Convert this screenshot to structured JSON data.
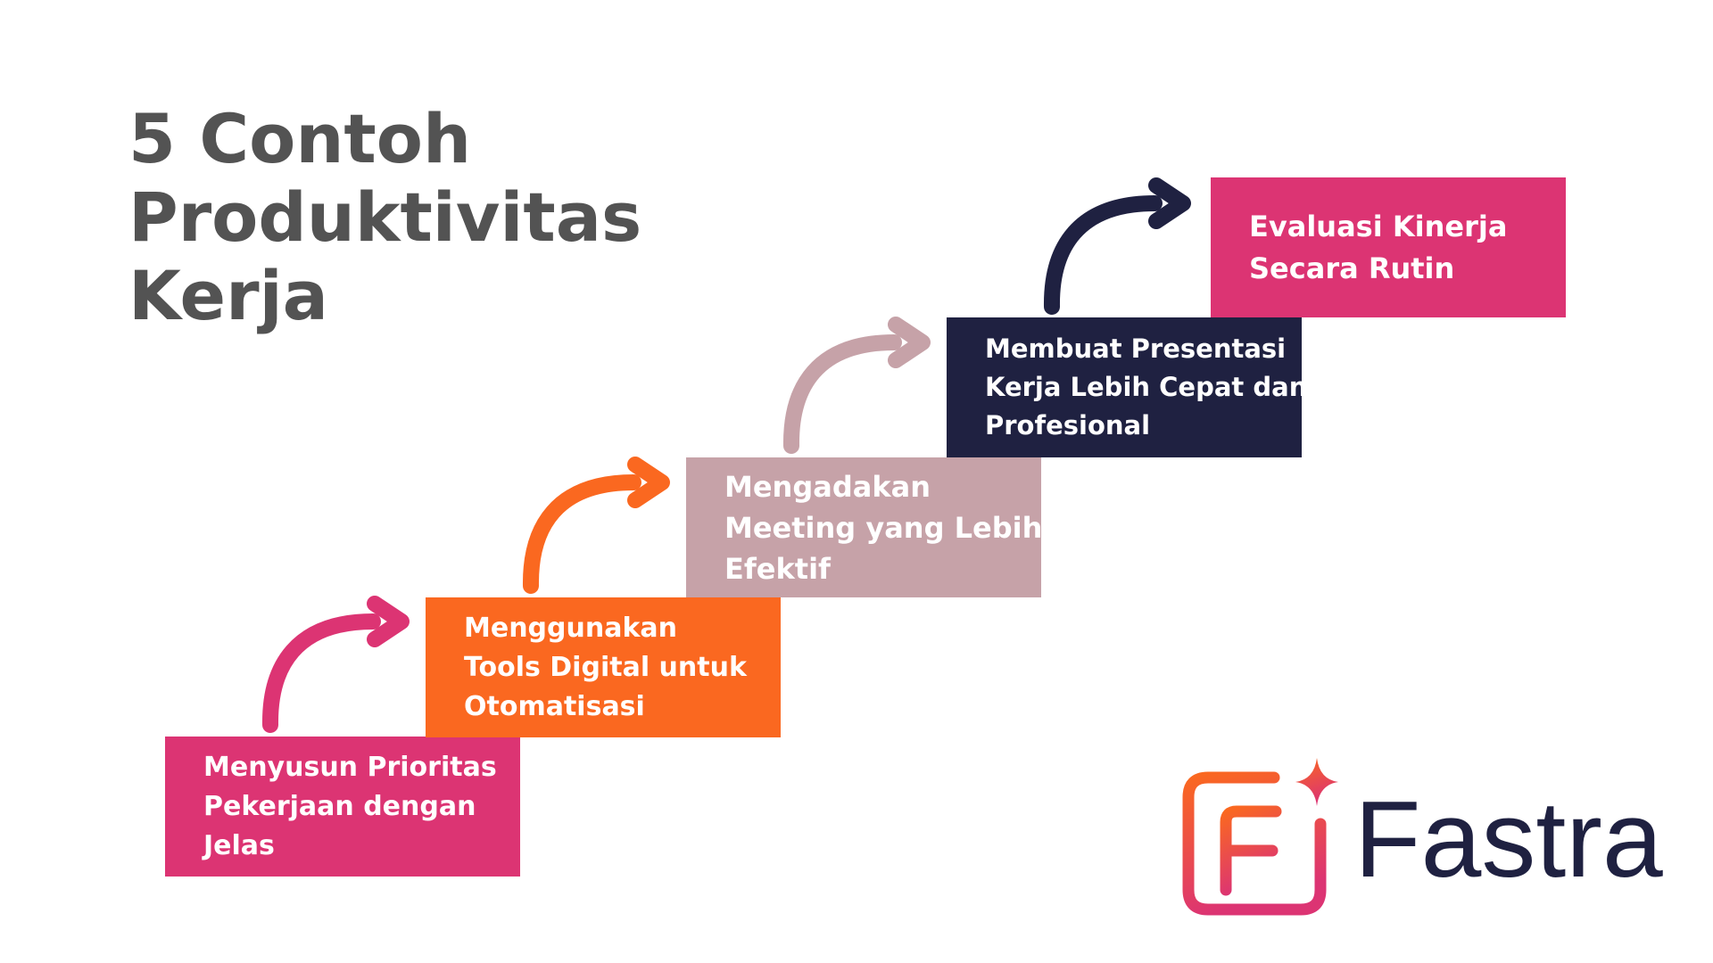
{
  "title": {
    "lines": [
      "5 Contoh",
      "Produktivitas",
      "Kerja"
    ]
  },
  "colors": {
    "title": "#535353",
    "pink": "#dc3473",
    "orange": "#fa6820",
    "mauve": "#c6a2a8",
    "navy": "#1f2141",
    "white": "#ffffff"
  },
  "steps": [
    {
      "lines": [
        "Menyusun Prioritas",
        "Pekerjaan dengan",
        "Jelas"
      ],
      "color": "#dc3473"
    },
    {
      "lines": [
        "Menggunakan",
        "Tools Digital untuk",
        "Otomatisasi"
      ],
      "color": "#fa6820"
    },
    {
      "lines": [
        "Mengadakan",
        "Meeting yang Lebih",
        "Efektif"
      ],
      "color": "#c6a2a8"
    },
    {
      "lines": [
        "Membuat Presentasi",
        "Kerja Lebih Cepat dan",
        "Profesional"
      ],
      "color": "#1f2141"
    },
    {
      "lines": [
        "Evaluasi Kinerja",
        "Secara Rutin"
      ],
      "color": "#dc3473"
    }
  ],
  "arrows": [
    {
      "icon": "curved-arrow-icon",
      "color": "#dc3473"
    },
    {
      "icon": "curved-arrow-icon",
      "color": "#fa6820"
    },
    {
      "icon": "curved-arrow-icon",
      "color": "#c6a2a8"
    },
    {
      "icon": "curved-arrow-icon",
      "color": "#1f2141"
    }
  ],
  "logo": {
    "text": "Fastra",
    "icon": "fastra-logo-icon",
    "text_color": "#1f2141",
    "gradient_start": "#fa6820",
    "gradient_end": "#dc3473"
  }
}
